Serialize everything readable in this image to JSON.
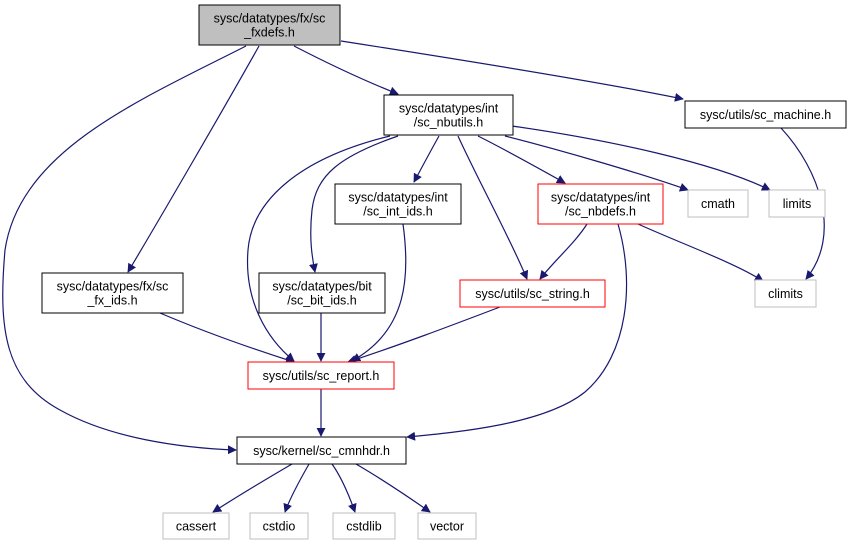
{
  "colors": {
    "edge": "#191970",
    "root_fill": "#bfbfbf",
    "border_default": "#000000",
    "border_red": "#ff0000",
    "border_gray": "#bfbfbf"
  },
  "nodes": {
    "root": {
      "lines": [
        "sysc/datatypes/fx/sc",
        "_fxdefs.h"
      ],
      "style": "root"
    },
    "nbutils": {
      "lines": [
        "sysc/datatypes/int",
        "/sc_nbutils.h"
      ],
      "style": "normal"
    },
    "machine": {
      "lines": [
        "sysc/utils/sc_machine.h"
      ],
      "style": "normal"
    },
    "int_ids": {
      "lines": [
        "sysc/datatypes/int",
        "/sc_int_ids.h"
      ],
      "style": "normal"
    },
    "nbdefs": {
      "lines": [
        "sysc/datatypes/int",
        "/sc_nbdefs.h"
      ],
      "style": "red"
    },
    "cmath": {
      "lines": [
        "cmath"
      ],
      "style": "gray"
    },
    "limits": {
      "lines": [
        "limits"
      ],
      "style": "gray"
    },
    "fx_ids": {
      "lines": [
        "sysc/datatypes/fx/sc",
        "_fx_ids.h"
      ],
      "style": "normal"
    },
    "bit_ids": {
      "lines": [
        "sysc/datatypes/bit",
        "/sc_bit_ids.h"
      ],
      "style": "normal"
    },
    "string": {
      "lines": [
        "sysc/utils/sc_string.h"
      ],
      "style": "red"
    },
    "climits": {
      "lines": [
        "climits"
      ],
      "style": "gray"
    },
    "report": {
      "lines": [
        "sysc/utils/sc_report.h"
      ],
      "style": "red"
    },
    "cmnhdr": {
      "lines": [
        "sysc/kernel/sc_cmnhdr.h"
      ],
      "style": "normal"
    },
    "cassert": {
      "lines": [
        "cassert"
      ],
      "style": "gray"
    },
    "cstdio": {
      "lines": [
        "cstdio"
      ],
      "style": "gray"
    },
    "cstdlib": {
      "lines": [
        "cstdlib"
      ],
      "style": "gray"
    },
    "vector": {
      "lines": [
        "vector"
      ],
      "style": "gray"
    }
  },
  "edges": [
    [
      "root",
      "nbutils"
    ],
    [
      "root",
      "machine"
    ],
    [
      "root",
      "fx_ids"
    ],
    [
      "root",
      "cmnhdr"
    ],
    [
      "nbutils",
      "int_ids"
    ],
    [
      "nbutils",
      "nbdefs"
    ],
    [
      "nbutils",
      "cmath"
    ],
    [
      "nbutils",
      "limits"
    ],
    [
      "nbutils",
      "bit_ids"
    ],
    [
      "nbutils",
      "string"
    ],
    [
      "nbutils",
      "report"
    ],
    [
      "machine",
      "climits"
    ],
    [
      "int_ids",
      "report"
    ],
    [
      "nbdefs",
      "string"
    ],
    [
      "nbdefs",
      "climits"
    ],
    [
      "nbdefs",
      "cmnhdr"
    ],
    [
      "fx_ids",
      "report"
    ],
    [
      "bit_ids",
      "report"
    ],
    [
      "string",
      "report"
    ],
    [
      "report",
      "cmnhdr"
    ],
    [
      "cmnhdr",
      "cassert"
    ],
    [
      "cmnhdr",
      "cstdio"
    ],
    [
      "cmnhdr",
      "cstdlib"
    ],
    [
      "cmnhdr",
      "vector"
    ]
  ]
}
